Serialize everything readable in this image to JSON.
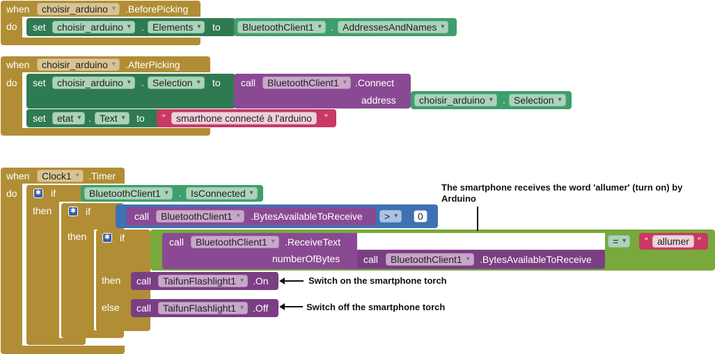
{
  "block1": {
    "when": "when",
    "component": "choisir_arduino",
    "event": ".BeforePicking",
    "do": "do",
    "set": "set",
    "set_component": "choisir_arduino",
    "dot": ".",
    "property": "Elements",
    "to": "to",
    "value_component": "BluetoothClient1",
    "value_property": "AddressesAndNames"
  },
  "block2": {
    "when": "when",
    "component": "choisir_arduino",
    "event": ".AfterPicking",
    "do": "do",
    "set1": "set",
    "set1_component": "choisir_arduino",
    "dot": ".",
    "set1_property": "Selection",
    "to": "to",
    "call": "call",
    "call_component": "BluetoothClient1",
    "call_method": ".Connect",
    "address_label": "address",
    "address_component": "choisir_arduino",
    "address_property": "Selection",
    "set2": "set",
    "set2_component": "etat",
    "set2_property": "Text",
    "string_value": "smarthone connecté à l'arduino"
  },
  "block3": {
    "when": "when",
    "component": "Clock1",
    "event": ".Timer",
    "do": "do",
    "if": "if",
    "then": "then",
    "else": "else",
    "if1_component": "BluetoothClient1",
    "if1_property": "IsConnected",
    "call": "call",
    "if2_component": "BluetoothClient1",
    "if2_method": ".BytesAvailableToReceive",
    "compare_op": ">",
    "compare_value": "0",
    "receive_component": "BluetoothClient1",
    "receive_method": ".ReceiveText",
    "numbytes_label": "numberOfBytes",
    "numbytes_component": "BluetoothClient1",
    "numbytes_method": ".BytesAvailableToReceive",
    "equals_op": "=",
    "compare_string": "allumer",
    "then_component": "TaifunFlashlight1",
    "then_method": ".On",
    "else_component": "TaifunFlashlight1",
    "else_method": ".Off"
  },
  "annotations": {
    "receive": "The smartphone receives the word 'allumer' (turn on) by Arduino",
    "torch_on": "Switch on the smartphone torch",
    "torch_off": "Switch off the smartphone torch"
  }
}
